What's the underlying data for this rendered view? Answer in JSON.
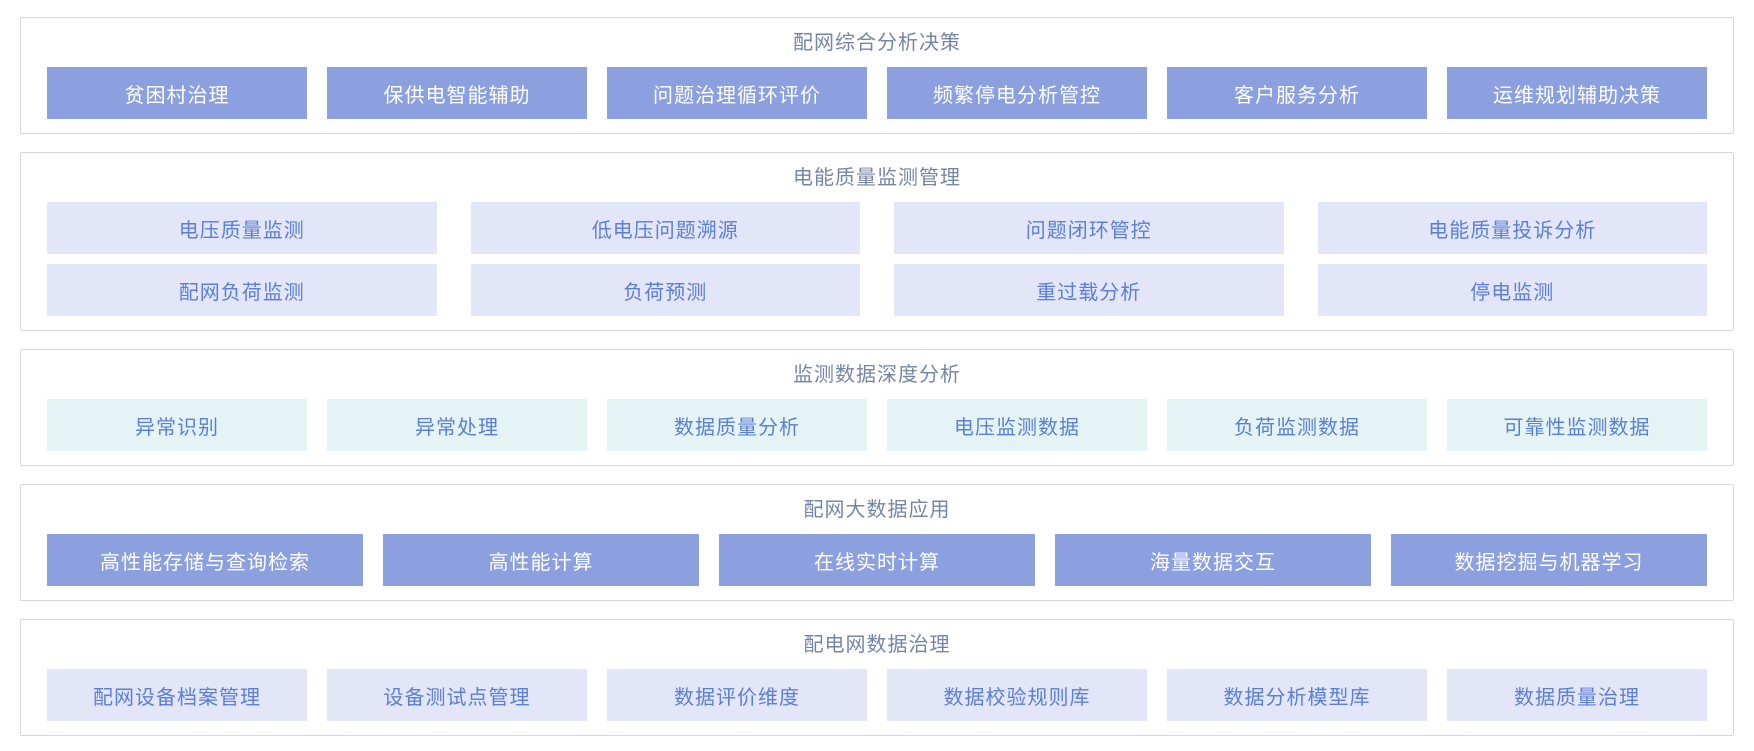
{
  "colors": {
    "solid_tile_bg": "#8ca0e0",
    "solid_tile_text": "#ffffff",
    "light_tile_bg": "#e2e6f8",
    "mint_tile_bg": "#e4f4f4",
    "tile_text_blue": "#5b7fd6",
    "section_title_text": "#7585a5",
    "section_border": "#d8d8d8",
    "page_background": "#ffffff"
  },
  "sections": [
    {
      "key": "comprehensive-analysis-decision",
      "title": "配网综合分析决策",
      "tile_style": "solid",
      "rows": [
        [
          "贫困村治理",
          "保供电智能辅助",
          "问题治理循环评价",
          "频繁停电分析管控",
          "客户服务分析",
          "运维规划辅助决策"
        ]
      ]
    },
    {
      "key": "power-quality-monitoring-management",
      "title": "电能质量监测管理",
      "tile_style": "light",
      "rows": [
        [
          "电压质量监测",
          "低电压问题溯源",
          "问题闭环管控",
          "电能质量投诉分析"
        ],
        [
          "配网负荷监测",
          "负荷预测",
          "重过载分析",
          "停电监测"
        ]
      ]
    },
    {
      "key": "monitoring-data-deep-analysis",
      "title": "监测数据深度分析",
      "tile_style": "mint",
      "rows": [
        [
          "异常识别",
          "异常处理",
          "数据质量分析",
          "电压监测数据",
          "负荷监测数据",
          "可靠性监测数据"
        ]
      ]
    },
    {
      "key": "distribution-big-data-application",
      "title": "配网大数据应用",
      "tile_style": "solid",
      "rows": [
        [
          "高性能存储与查询检索",
          "高性能计算",
          "在线实时计算",
          "海量数据交互",
          "数据挖掘与机器学习"
        ]
      ]
    },
    {
      "key": "distribution-network-data-governance",
      "title": "配电网数据治理",
      "tile_style": "light",
      "rows": [
        [
          "配网设备档案管理",
          "设备测试点管理",
          "数据评价维度",
          "数据校验规则库",
          "数据分析模型库",
          "数据质量治理"
        ]
      ]
    }
  ]
}
